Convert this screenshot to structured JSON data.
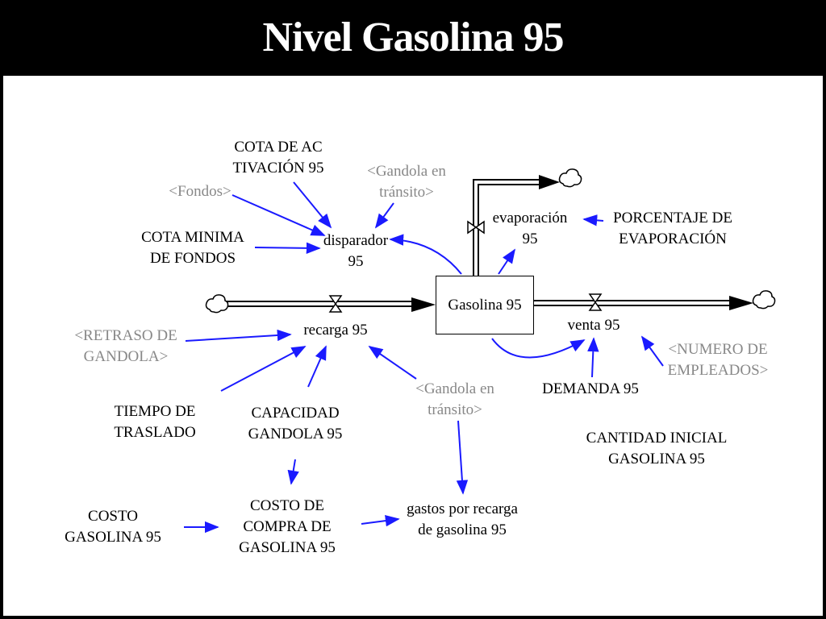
{
  "title": "Nivel Gasolina 95",
  "stock": {
    "label": "Gasolina 95"
  },
  "nodes": {
    "cota_activacion": "COTA DE AC\nTIVACIÓN 95",
    "fondos": "<Fondos>",
    "gandola_transito_top": "<Gandola en\ntránsito>",
    "cota_minima": "COTA MINIMA\nDE FONDOS",
    "disparador": "disparador\n95",
    "evaporacion": "evaporación\n95",
    "porcentaje_evaporacion": "PORCENTAJE DE\nEVAPORACIÓN",
    "recarga": "recarga 95",
    "venta": "venta 95",
    "retraso_gandola": "<RETRASO DE\nGANDOLA>",
    "numero_empleados": "<NUMERO DE\nEMPLEADOS>",
    "gandola_transito_mid": "<Gandola en\ntránsito>",
    "demanda": "DEMANDA 95",
    "tiempo_traslado": "TIEMPO DE\nTRASLADO",
    "capacidad_gandola": "CAPACIDAD\nGANDOLA 95",
    "cantidad_inicial": "CANTIDAD INICIAL\nGASOLINA 95",
    "costo_compra": "COSTO DE\nCOMPRA DE\nGASOLINA 95",
    "gastos_recarga": "gastos por recarga\nde gasolina 95",
    "costo_gasolina": "COSTO\nGASOLINA 95"
  },
  "colors": {
    "arrow": "#1a1aff",
    "flow": "#000000",
    "shadow_text": "#888888",
    "background": "#ffffff",
    "frame": "#000000"
  }
}
